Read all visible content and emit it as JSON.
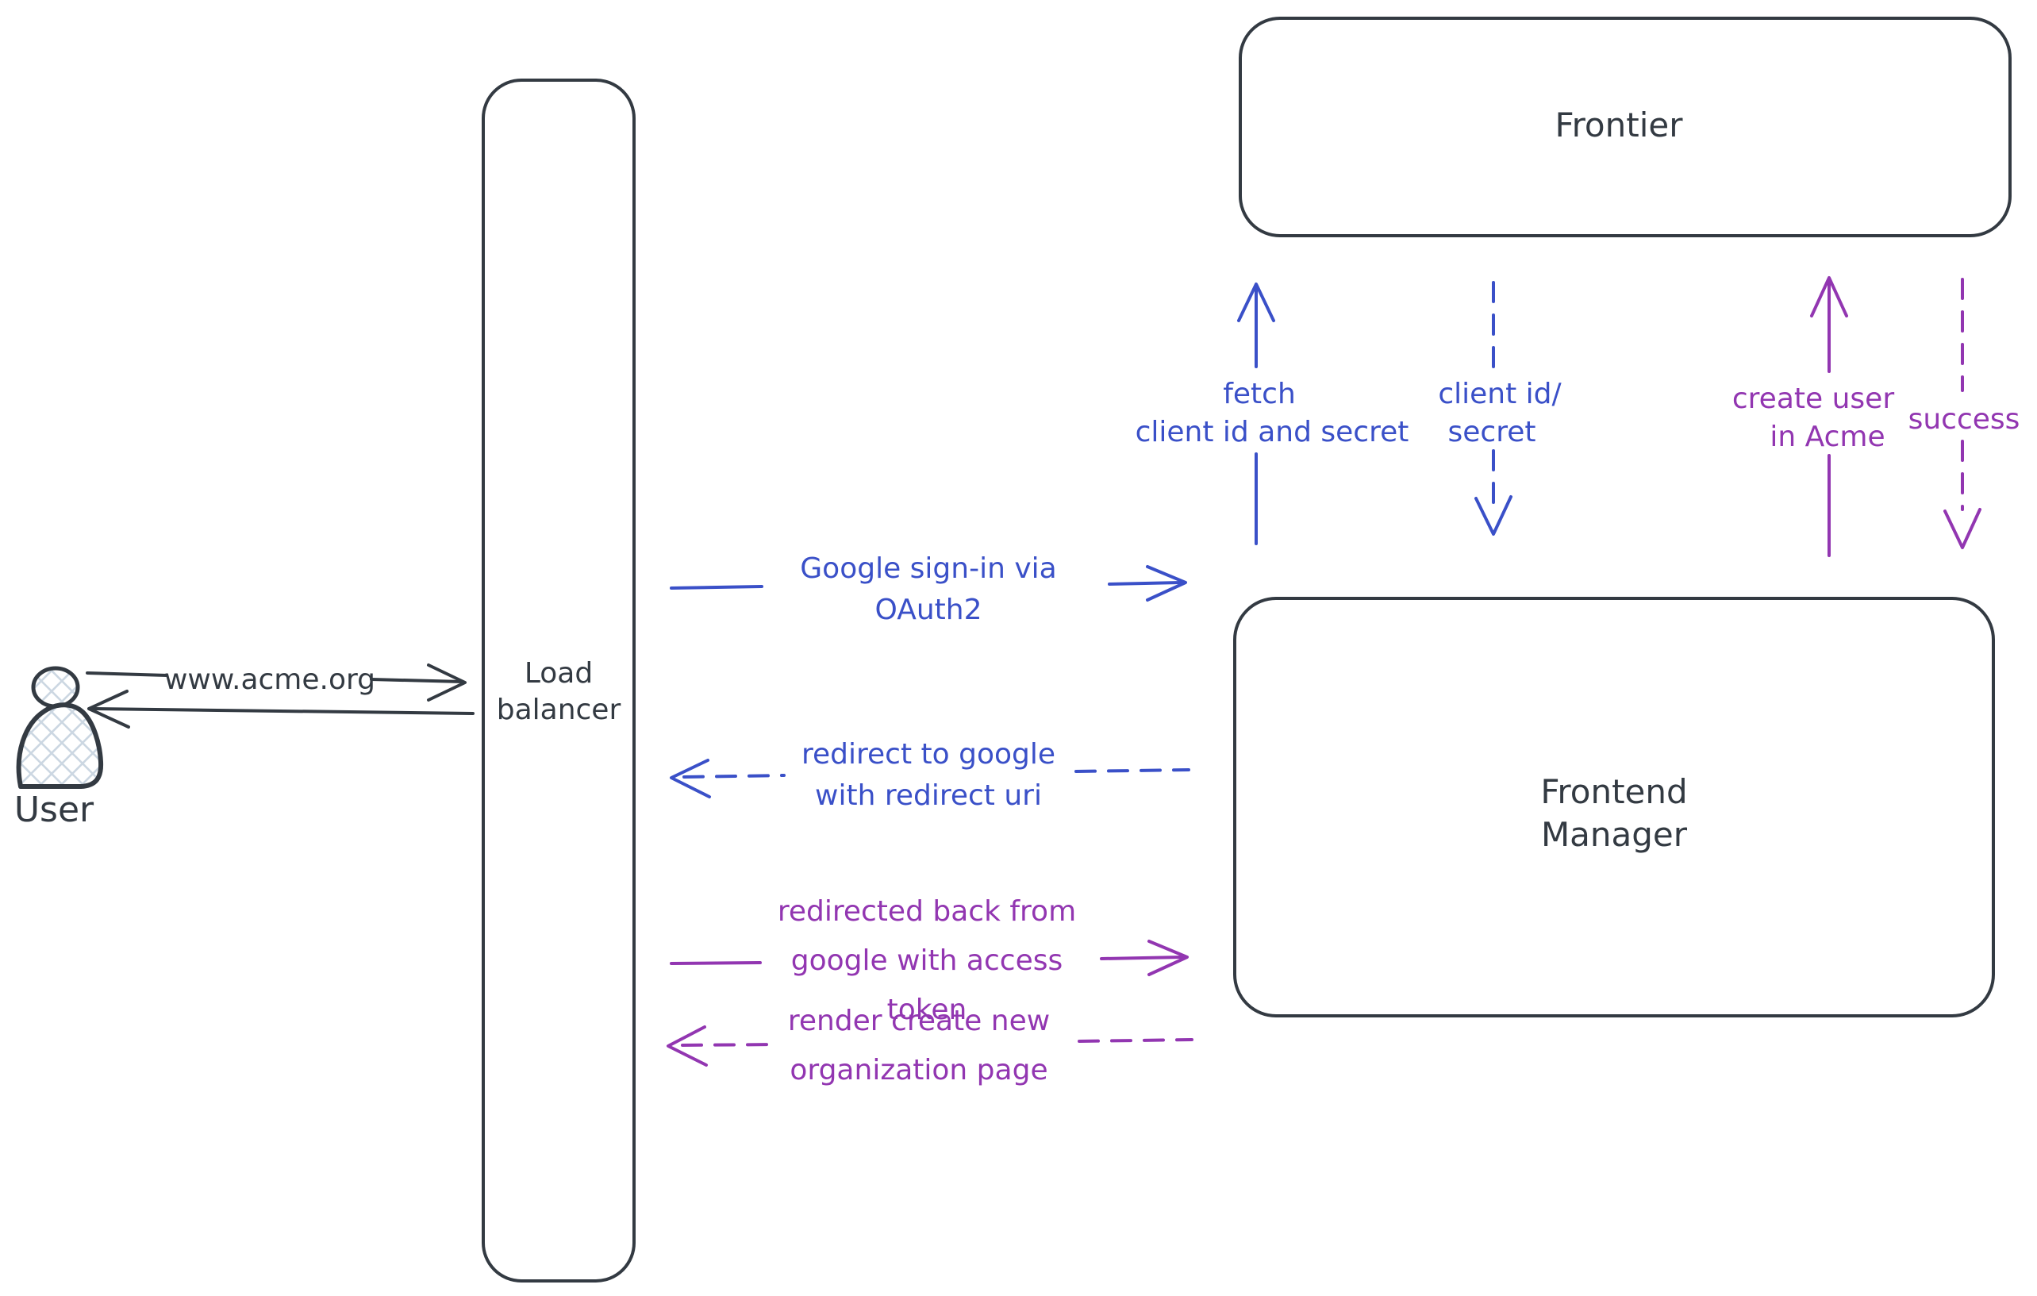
{
  "palette": {
    "ink": "#333a42",
    "blue": "#3a50c8",
    "purple": "#9236b1",
    "user_hatch_fill": "#ccd7e2",
    "background": "#ffffff"
  },
  "nodes": {
    "user": {
      "label": "User"
    },
    "load_balancer": {
      "lines": [
        "Load",
        "balancer"
      ]
    },
    "frontier": {
      "label": "Frontier"
    },
    "frontend_manager": {
      "lines": [
        "Frontend",
        "Manager"
      ]
    }
  },
  "flows": {
    "user_to_lb": {
      "label": "www.acme.org",
      "style": "solid",
      "color": "ink",
      "direction": "right"
    },
    "lb_to_user": {
      "label": "",
      "style": "solid",
      "color": "ink",
      "direction": "left"
    },
    "google_signin": {
      "lines": [
        "Google sign-in via",
        "OAuth2"
      ],
      "style": "solid",
      "color": "blue",
      "direction": "right"
    },
    "redirect_to_google": {
      "lines": [
        "redirect to google",
        "with redirect uri"
      ],
      "style": "dashed",
      "color": "blue",
      "direction": "left"
    },
    "fetch_client": {
      "lines": [
        "fetch",
        "client id and secret"
      ],
      "style": "solid",
      "color": "blue",
      "direction": "up"
    },
    "client_id_secret": {
      "lines": [
        "client id/",
        "secret"
      ],
      "style": "dashed",
      "color": "blue",
      "direction": "down"
    },
    "redirected_back": {
      "lines": [
        "redirected back from",
        "google with access",
        "token"
      ],
      "style": "solid",
      "color": "purple",
      "direction": "right"
    },
    "render_create_new": {
      "lines": [
        "render create new",
        "organization page"
      ],
      "style": "dashed",
      "color": "purple",
      "direction": "left"
    },
    "create_user": {
      "lines": [
        "create user",
        "in Acme"
      ],
      "style": "solid",
      "color": "purple",
      "direction": "up"
    },
    "success": {
      "label": "success",
      "style": "dashed",
      "color": "purple",
      "direction": "down"
    }
  }
}
